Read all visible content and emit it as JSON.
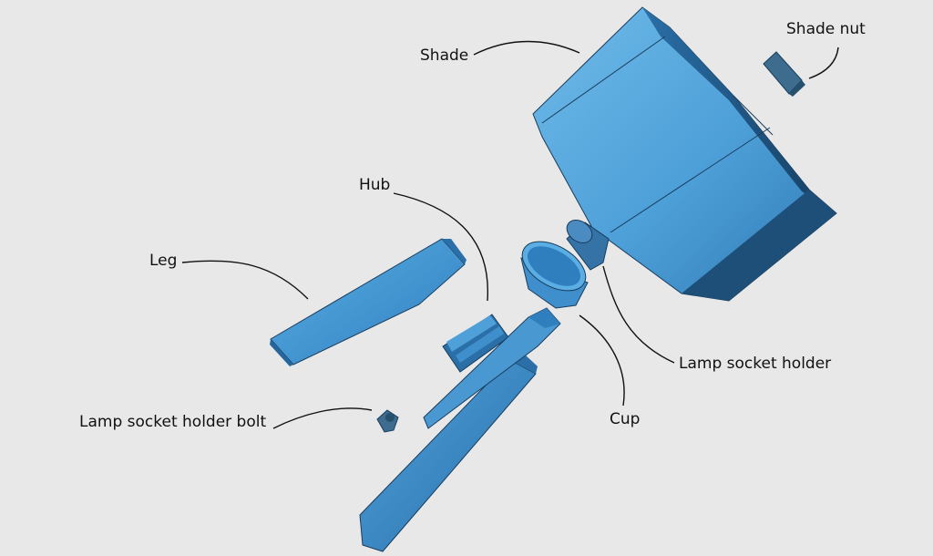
{
  "labels": {
    "shade": "Shade",
    "shade_nut": "Shade nut",
    "hub": "Hub",
    "leg": "Leg",
    "lamp_socket_holder": "Lamp socket holder",
    "lamp_socket_holder_bolt": "Lamp socket holder bolt",
    "cup": "Cup"
  },
  "colors": {
    "background": "#e8e8e8",
    "part_light": "#6cb6e6",
    "part_mid": "#3f8fcc",
    "part_dark": "#1f5f8f",
    "part_edge": "#1a3d5c",
    "leader_line": "#111111"
  }
}
